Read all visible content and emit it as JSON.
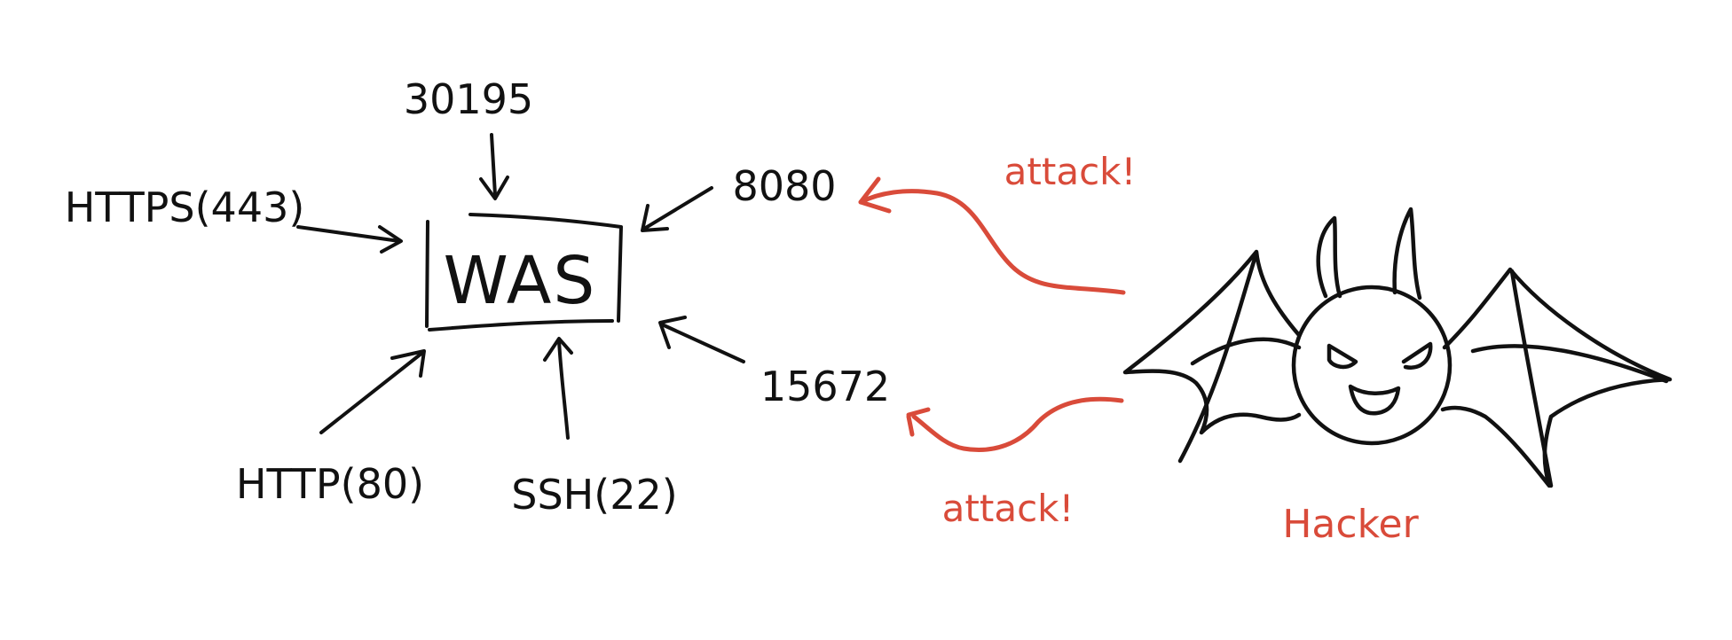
{
  "colors": {
    "ink": "#111111",
    "accent": "#d94b3a",
    "background": "#ffffff"
  },
  "server": {
    "label": "WAS"
  },
  "ports": {
    "top": "30195",
    "https": "HTTPS(443)",
    "alt": "8080",
    "http": "HTTP(80)",
    "ssh": "SSH(22)",
    "high": "15672"
  },
  "attacks": {
    "upper": "attack!",
    "lower": "attack!"
  },
  "hacker": {
    "label": "Hacker",
    "icon": "devil-bat-icon"
  }
}
